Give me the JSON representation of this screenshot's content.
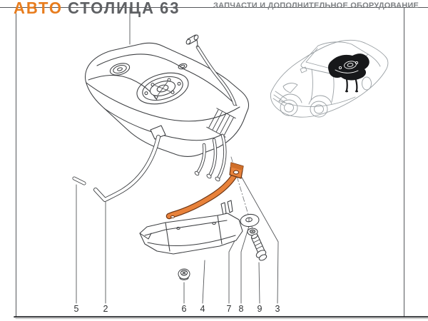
{
  "brand": {
    "logo_word1": "АВТО",
    "logo_word2": "СТОЛИЦА",
    "logo_word3": "63",
    "tagline": "ЗАПЧАСТИ И ДОПОЛНИТЕЛЬНОЕ ОБОРУДОВАНИЕ",
    "accent_color": "#e87d1e",
    "logo_gray": "#5f6164",
    "tagline_gray": "#7e8184"
  },
  "diagram": {
    "highlight_color": "#e8823b",
    "line_color": "#3d3f42",
    "callouts": [
      {
        "label": "5"
      },
      {
        "label": "2"
      },
      {
        "label": "6"
      },
      {
        "label": "4"
      },
      {
        "label": "7"
      },
      {
        "label": "8"
      },
      {
        "label": "9"
      },
      {
        "label": "3"
      }
    ]
  }
}
